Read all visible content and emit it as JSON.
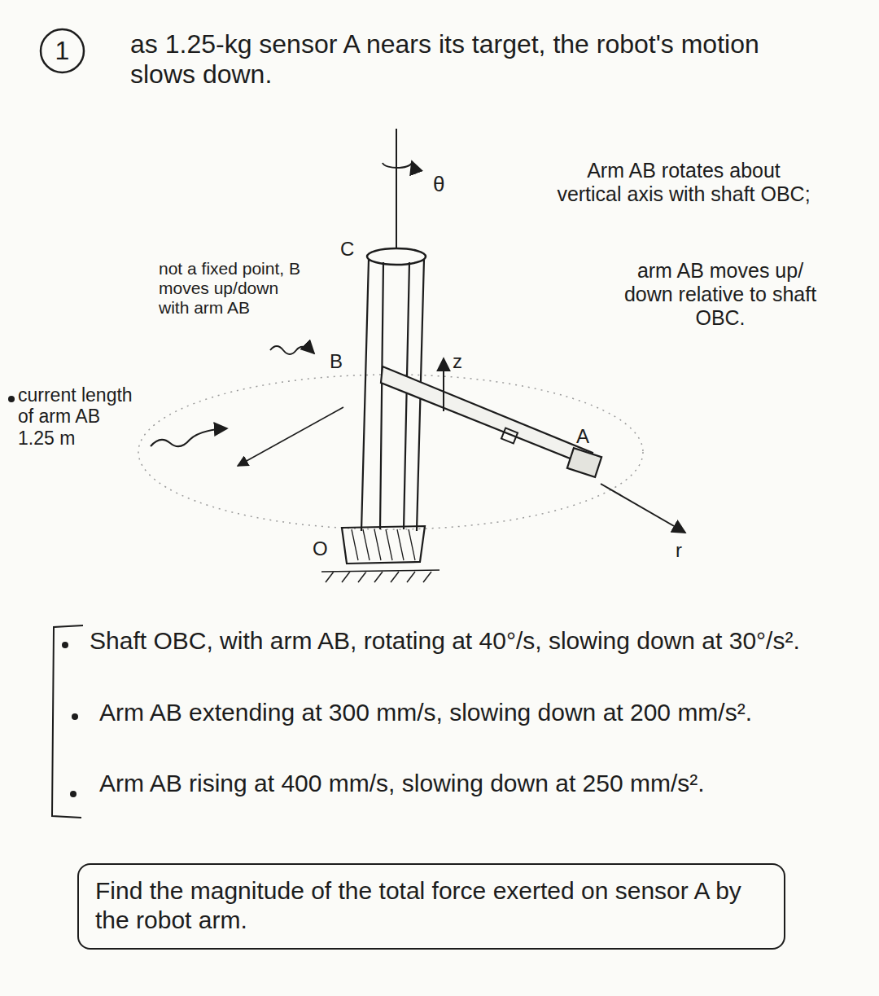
{
  "diagram": {
    "nodes": [
      {
        "text": [
          "1"
        ]
      },
      {
        "text": [
          "Find the magnitude of the total force exerted on sensor A by the robot arm."
        ]
      }
    ],
    "labels": [
      "as 1.25-kg sensor A nears its target, the robot's motion slows down.",
      "θ",
      "C",
      "not a fixed point, B moves up/down with arm AB",
      "Arm AB rotates about vertical axis with shaft OBC;",
      "arm AB moves up/ down relative to shaft OBC.",
      "B",
      "z",
      "current length of arm AB 1.25 m",
      "A",
      "r",
      "O",
      "Shaft OBC, with arm AB, rotating at 40°/s, slowing down at 30°/s².",
      "Arm AB extending at 300 mm/s, slowing down at 200 mm/s².",
      "Arm AB rising at 400 mm/s, slowing down at 250 mm/s²."
    ]
  }
}
